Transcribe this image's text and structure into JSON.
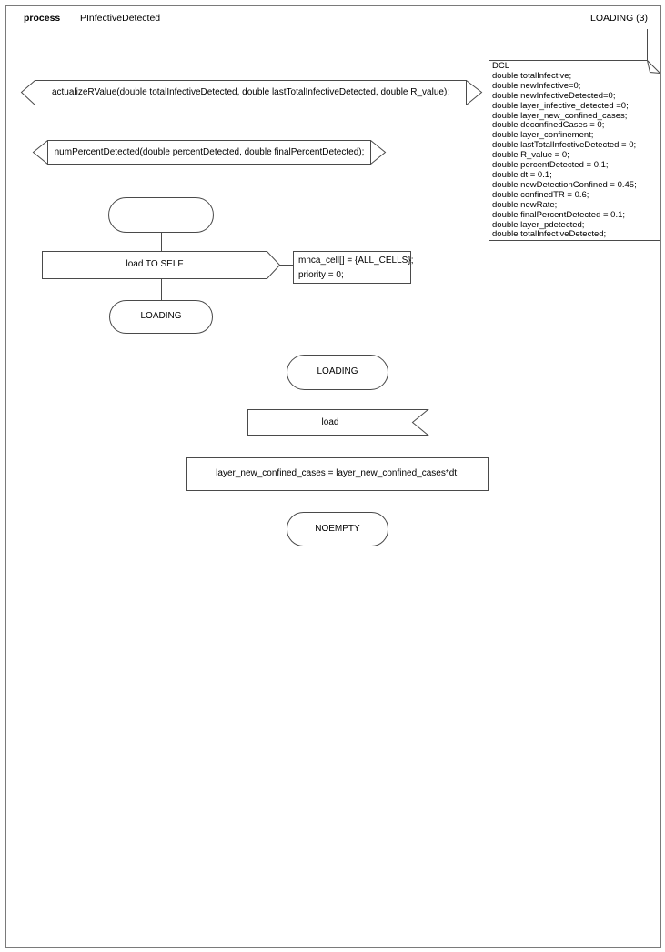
{
  "header": {
    "kind_label": "process",
    "process_name": "PInfectiveDetected",
    "page_label": "LOADING (3)"
  },
  "procedures": {
    "actualize_r_value": "actualizeRValue(double totalInfectiveDetected, double lastTotalInfectiveDetected, double R_value);",
    "num_percent_detected": "numPercentDetected(double percentDetected, double finalPercentDetected);"
  },
  "dcl_note": {
    "lines": [
      "DCL",
      "double totalInfective;",
      "double newInfective=0;",
      "double newInfectiveDetected=0;",
      "double layer_infective_detected =0;",
      "double layer_new_confined_cases;",
      "double deconfinedCases = 0;",
      "double layer_confinement;",
      "double lastTotalInfectiveDetected = 0;",
      "double R_value = 0;",
      "double percentDetected = 0.1;",
      "double dt = 0.1;",
      "double newDetectionConfined = 0.45;",
      "double confinedTR = 0.6;",
      "double newRate;",
      "double finalPercentDetected = 0.1;",
      "double layer_pdetected;",
      "double totalInfectiveDetected;"
    ]
  },
  "flow_start": {
    "output_label": "load TO SELF",
    "comment_lines": [
      "mnca_cell[] = {ALL_CELLS};",
      "priority = 0;"
    ],
    "next_state": "LOADING"
  },
  "flow_loading": {
    "state": "LOADING",
    "input_signal": "load",
    "task": "layer_new_confined_cases = layer_new_confined_cases*dt;",
    "next_state": "NOEMPTY"
  },
  "colors": {
    "shape_stroke": "#4a4a4a",
    "page_frame": "#7a7a7a",
    "text": "#000000",
    "background": "#ffffff"
  }
}
